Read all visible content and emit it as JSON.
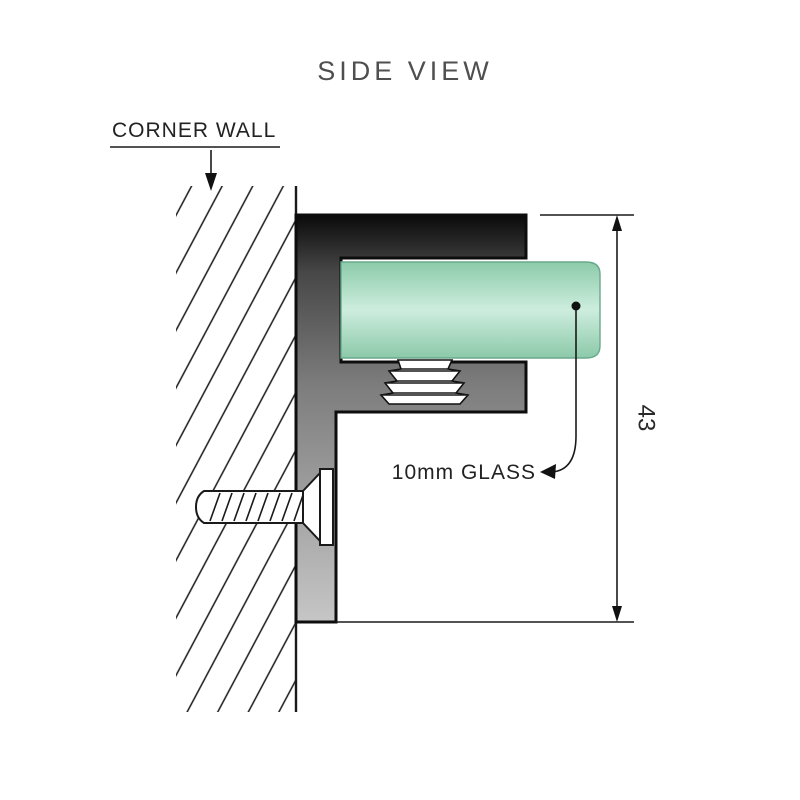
{
  "page": {
    "title": "SIDE VIEW"
  },
  "diagram": {
    "wall_label": "CORNER WALL",
    "glass_label": "10mm GLASS",
    "dimension_value": "43",
    "colors": {
      "glass_top": "#8CCBAA",
      "glass_highlight": "#CDEDDE",
      "glass_bottom": "#8CC9A9",
      "glass_edge": "#69A98B",
      "bracket_top": "#0A0A0A",
      "bracket_upper": "#474747",
      "bracket_mid": "#7D7D7D",
      "bracket_bottom": "#C6C6C6",
      "line_color": "#1A1A1A",
      "text_color": "#4A4A4A",
      "background": "#FFFFFF"
    }
  }
}
